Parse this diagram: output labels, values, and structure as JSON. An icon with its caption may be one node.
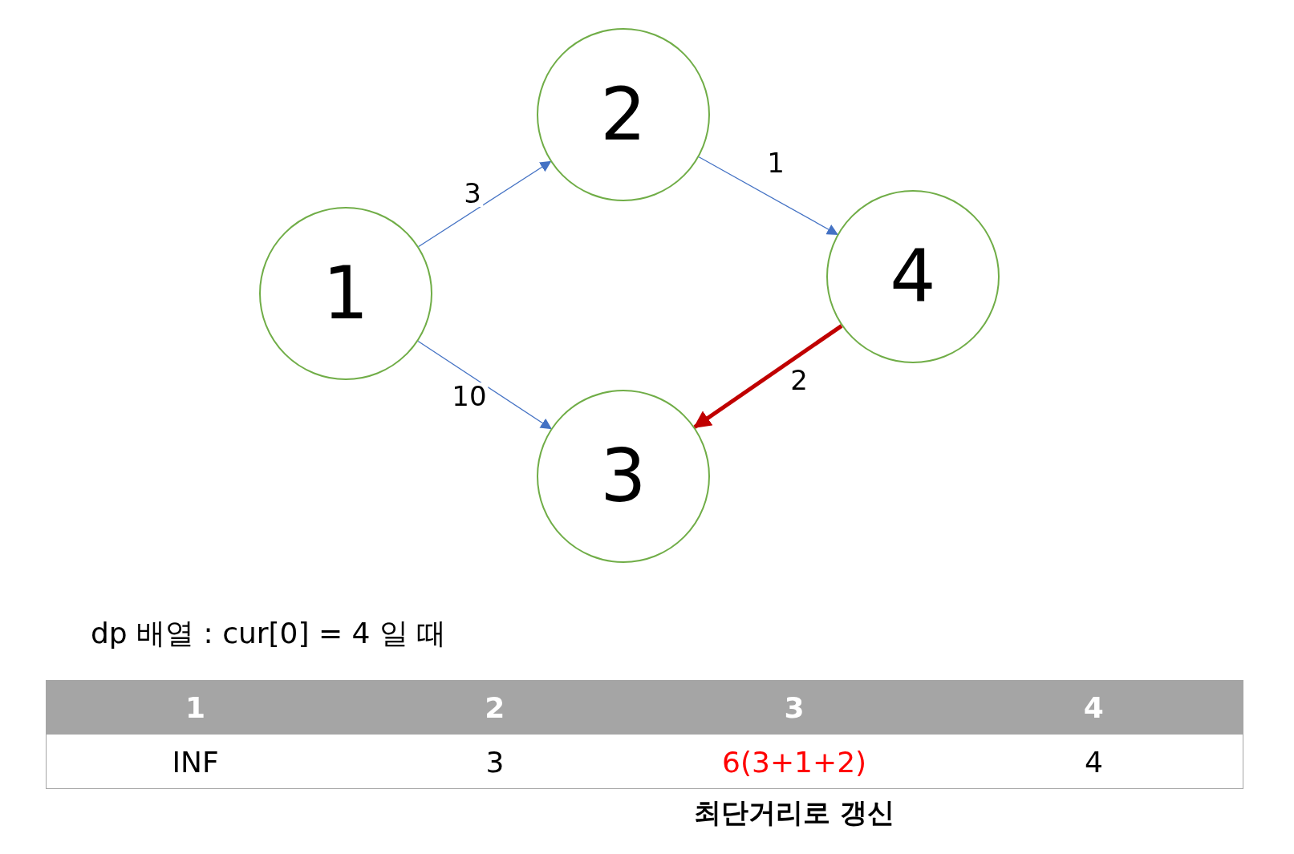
{
  "diagram": {
    "nodes": [
      {
        "text": [
          "1"
        ]
      },
      {
        "text": [
          "2"
        ]
      },
      {
        "text": [
          "3"
        ]
      },
      {
        "text": [
          "4"
        ]
      }
    ],
    "edges": [
      {
        "from": 0,
        "to": 1,
        "arrow": "to",
        "label": "3"
      },
      {
        "from": 1,
        "to": 3,
        "arrow": "to",
        "label": "1"
      },
      {
        "from": 0,
        "to": 2,
        "arrow": "to",
        "label": "10"
      },
      {
        "from": 3,
        "to": 2,
        "arrow": "to",
        "label": "2",
        "style": "thick",
        "color": "#c00000"
      }
    ],
    "labels": [
      "dp 배열 : cur[0] = 4 일 때",
      "1",
      "2",
      "3",
      "4",
      "INF",
      "3",
      "6(3+1+2)",
      "4",
      "최단거리로 갱신"
    ]
  }
}
